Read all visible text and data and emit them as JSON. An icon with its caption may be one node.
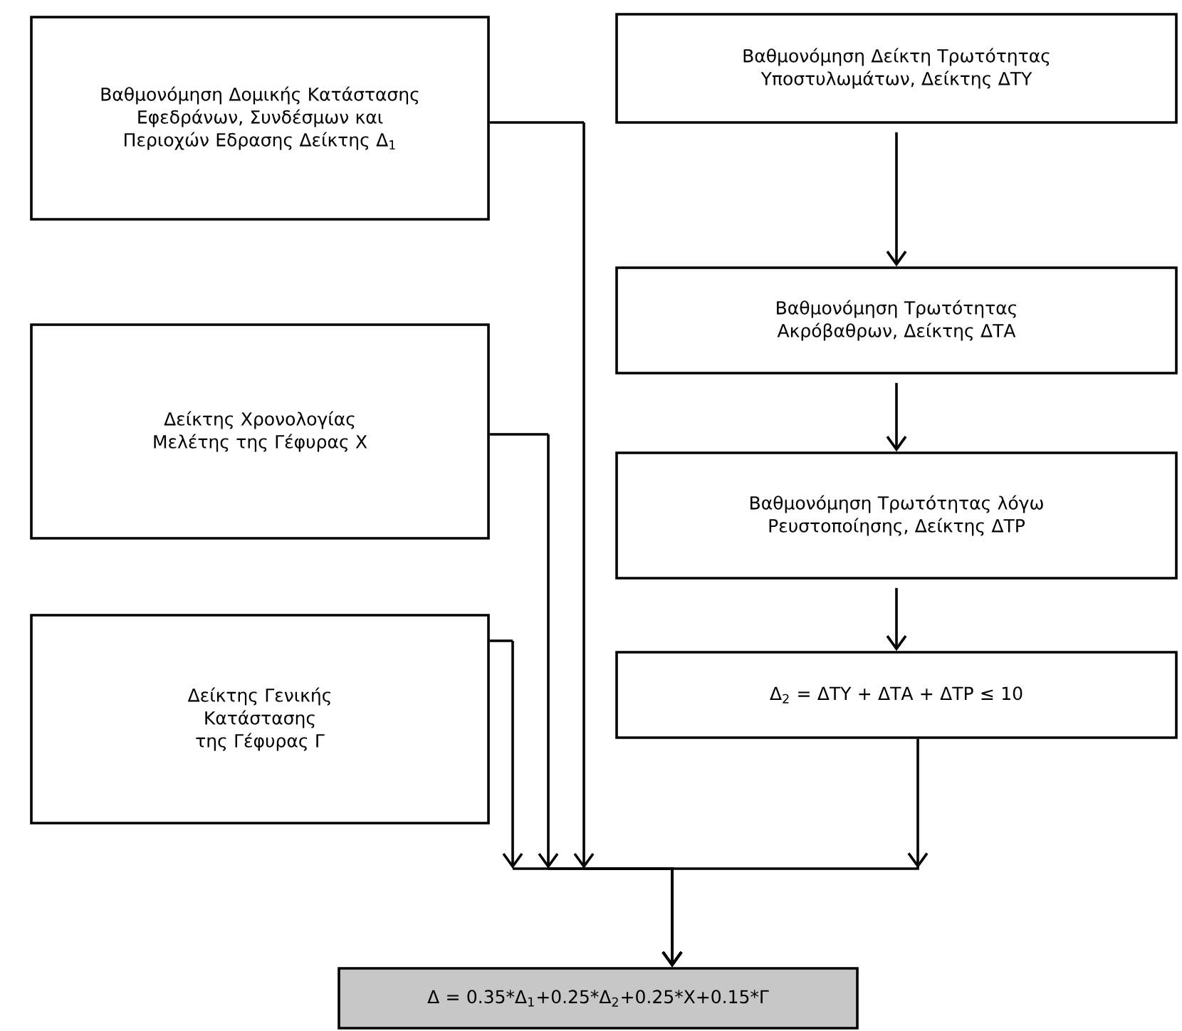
{
  "diagram": {
    "nodes": [
      {
        "text": [
          "Βαθμονόμηση Δομικής Κατάστασης Εφεδράνων, Συνδέσμων και Περιοχών Εδρασης Δείκτης Δ$_{1}$"
        ]
      },
      {
        "text": [
          "Δείκτης Χρονολογίας Μελέτης της Γέφυρας Χ"
        ]
      },
      {
        "text": [
          "Δείκτης Γενικής Κατάστασης της Γέφυρας Γ"
        ]
      },
      {
        "text": [
          "Βαθμονόμηση Δείκτη Τρωτότητας Υποστυλωμάτων, Δείκτης ΔΤΥ"
        ]
      },
      {
        "text": [
          "Βαθμονόμηση Τρωτότητας Ακρόβαθρων, Δείκτης ΔΤΑ"
        ]
      },
      {
        "text": [
          "Βαθμονόμηση Τρωτότητας λόγω Ρευστοποίησης, Δείκτης ΔΤΡ"
        ]
      },
      {
        "text": [
          "Δ$_{2}$ = ΔΤΥ + ΔΤΑ + ΔΤΡ ≤ 10"
        ]
      },
      {
        "text": [
          "Δ = 0.35*Δ$_{1}$+0.25*Δ$_{2}$+0.25*Χ+0.15*Γ"
        ]
      }
    ],
    "edges": [
      {
        "from": 3,
        "to": 4,
        "arrow": "to"
      },
      {
        "from": 4,
        "to": 5,
        "arrow": "to"
      },
      {
        "from": 5,
        "to": 6,
        "arrow": "to"
      },
      {
        "from": 0,
        "to": 7,
        "arrow": "to"
      },
      {
        "from": 1,
        "to": 7,
        "arrow": "to"
      },
      {
        "from": 2,
        "to": 7,
        "arrow": "to"
      },
      {
        "from": 6,
        "to": 7,
        "arrow": "to"
      }
    ]
  }
}
